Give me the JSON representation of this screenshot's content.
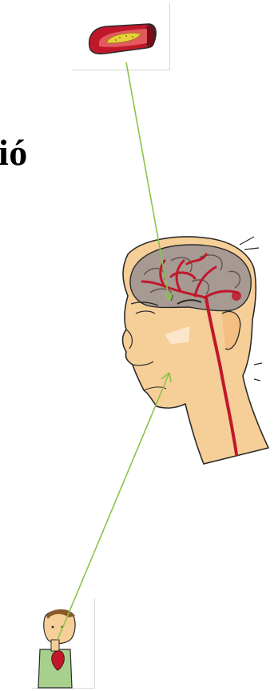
{
  "heading": {
    "text": "ió"
  },
  "colors": {
    "arrow": "#8BC34A",
    "skin": "#F6CE98",
    "artery": "#C0182A",
    "brain": "#A79A93",
    "plaque": "#E8D13A",
    "outline": "#2b2b2b",
    "shirt": "#A8D08D"
  },
  "images": {
    "artery": "artery-plaque-illustration",
    "head": "head-brain-arteries-illustration",
    "person": "person-heart-illustration"
  }
}
